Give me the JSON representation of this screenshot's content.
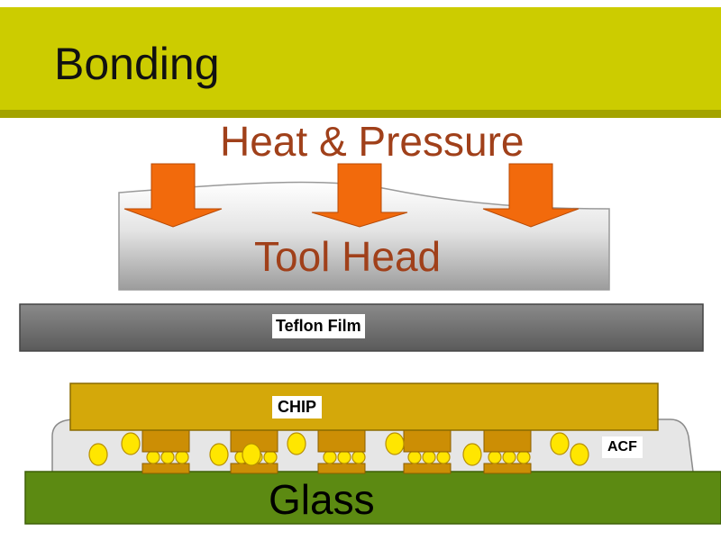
{
  "title": "Bonding",
  "labels": {
    "heat_pressure": "Heat & Pressure",
    "tool_head": "Tool Head",
    "teflon_film": "Teflon Film",
    "chip": "CHIP",
    "acf": "ACF",
    "glass": "Glass"
  },
  "colors": {
    "title_bar": "#cccc00",
    "title_bar_shadow": "#a3a300",
    "arrow": "#f26a0c",
    "label_text": "#a0401a",
    "teflon": "#707070",
    "chip": "#d4a80a",
    "bump": "#cc8e05",
    "particle": "#ffe600",
    "glass": "#5c8a12",
    "acf": "#e6e6e6"
  }
}
